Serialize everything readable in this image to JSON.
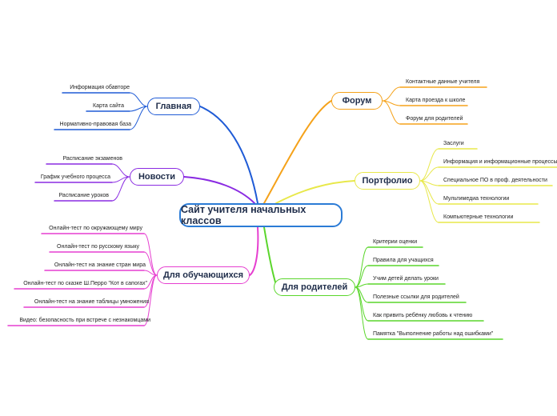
{
  "center": {
    "title": "Сайт учителя начальных классов",
    "color": "#2b7bd6"
  },
  "branches": {
    "main": {
      "label": "Главная",
      "color": "#1f5bd6",
      "items": [
        "Информация обавторе",
        "Карта сайта",
        "Нормативно-правовая база"
      ]
    },
    "news": {
      "label": "Новости",
      "color": "#8a2be2",
      "items": [
        "Расписание экзаменов",
        "График учебного процесса",
        "Расписание уроков"
      ]
    },
    "students": {
      "label": "Для обучающихся",
      "color": "#e63fd0",
      "items": [
        "Онлайн-тест по окружающему миру",
        "Онлайн-тест по русскому языку",
        "Онлайн-тест на знание стран мира",
        "Онлайн-тест по сказке Ш.Перро \"Кот в сапогах\"",
        "Онлайн-тест на знание таблицы умножения",
        "Видео: безопасность при встрече с незнакомцами"
      ]
    },
    "forum": {
      "label": "Форум",
      "color": "#f5a21a",
      "items": [
        "Контактные данные учителя",
        "Карта проезда к школе",
        "Форум для родителей"
      ]
    },
    "portfolio": {
      "label": "Портфолио",
      "color": "#e8e84a",
      "items": [
        "Заслуги",
        "Информация и информационные процессы",
        "Специальное ПО в проф. деятельности",
        "Мультимедиа технологии",
        "Компьютерные технологии"
      ]
    },
    "parents": {
      "label": "Для родителей",
      "color": "#5ad62b",
      "items": [
        "Критерии оценки",
        "Правила для учащихся",
        "Учим детей делать уроки",
        "Полезные ссылки для родителей",
        "Как привить ребёнку любовь к чтению",
        "Памятка \"Выполнение работы над ошибками\""
      ]
    }
  }
}
